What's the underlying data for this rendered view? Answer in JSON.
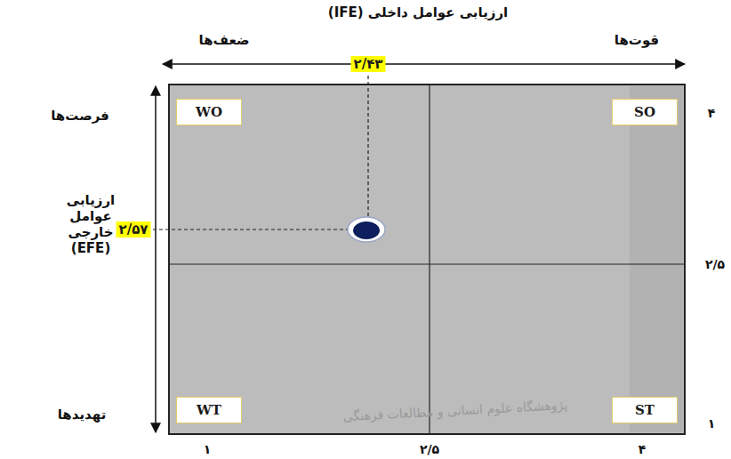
{
  "diagram": {
    "title": "ارزیابی عوامل داخلی (IFE)",
    "nodes": [
      {
        "text": [
          "WO"
        ]
      },
      {
        "text": [
          "SO"
        ]
      },
      {
        "text": [
          "WT"
        ]
      },
      {
        "text": [
          "ST"
        ]
      }
    ],
    "labels": [
      "ضعف‌ها",
      "قوت‌ها",
      "۲/۴۳",
      "فرصت‌ها",
      "ارزیابی عوامل خارجی (EFE)",
      "۲/۵۷",
      "تهدیدها",
      "۴",
      "۲/۵",
      "۱",
      "۱",
      "۲/۵",
      "۴",
      "پژوهشگاه علوم انسانی و مطالعات فرهنگی"
    ]
  }
}
